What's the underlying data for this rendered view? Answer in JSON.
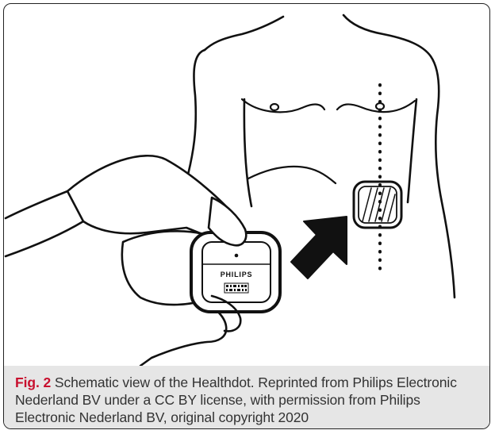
{
  "figure": {
    "label": "Fig. 2",
    "caption": " Schematic view of the Healthdot. Reprinted from Philips Electronic Nederland BV under a CC BY license, with permission from Philips Electronic Nederland BV, original copyright 2020",
    "colors": {
      "label": "#c8102e",
      "caption_text": "#333333",
      "caption_background": "#e6e6e6",
      "line_art": "#111111"
    }
  },
  "device": {
    "brand": "PHILIPS"
  }
}
